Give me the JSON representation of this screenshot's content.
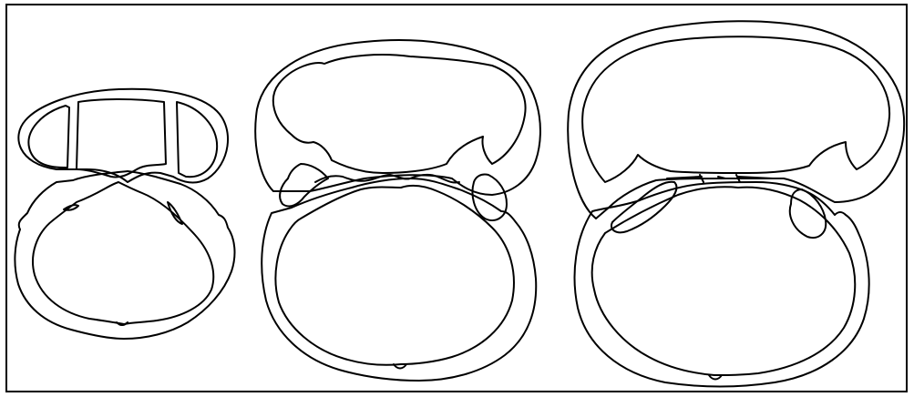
{
  "figure": {
    "labels": [],
    "stroke_color": "#000000",
    "background_color": "#ffffff",
    "panels": [
      {
        "id": "left",
        "parts": [
          "upper-outer-wall",
          "upper-inner-left",
          "upper-inner-center",
          "upper-inner-right",
          "lower-outer-wall",
          "lower-inner-wall"
        ]
      },
      {
        "id": "middle",
        "parts": [
          "upper-outer-wall",
          "upper-inner-wall",
          "left-lobe",
          "right-lobe",
          "lower-outer-wall",
          "lower-inner-wall"
        ]
      },
      {
        "id": "right",
        "parts": [
          "upper-outer-wall",
          "upper-inner-wall",
          "left-lobe",
          "right-lobe",
          "lower-outer-wall",
          "lower-inner-wall"
        ]
      }
    ]
  }
}
